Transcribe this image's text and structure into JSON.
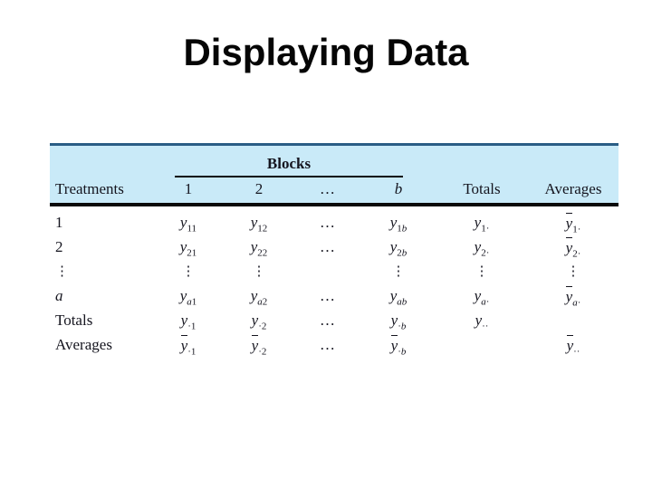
{
  "title": "Displaying Data",
  "colors": {
    "header_bg": "#c9eaf8",
    "top_border": "#2a5d85",
    "rule": "#0a0a0a",
    "text": "#15151f"
  },
  "table": {
    "blocks_label": "Blocks",
    "columns": [
      {
        "label": "Treatments"
      },
      {
        "label": "1"
      },
      {
        "label": "2"
      },
      {
        "label": "…"
      },
      {
        "label": "b",
        "italic": true
      },
      {
        "label": "Totals"
      },
      {
        "label": "Averages"
      }
    ],
    "rows": [
      {
        "label": {
          "v": "1"
        },
        "cells": [
          {
            "base": "y",
            "sub": "11"
          },
          {
            "base": "y",
            "sub": "12"
          },
          {
            "text": "…"
          },
          {
            "base": "y",
            "sub": "1b"
          },
          {
            "base": "y",
            "sub": "1·"
          },
          {
            "base": "y",
            "bar": true,
            "sub": "1·"
          }
        ]
      },
      {
        "label": {
          "v": "2"
        },
        "cells": [
          {
            "base": "y",
            "sub": "21"
          },
          {
            "base": "y",
            "sub": "22"
          },
          {
            "text": "…"
          },
          {
            "base": "y",
            "sub": "2b"
          },
          {
            "base": "y",
            "sub": "2·"
          },
          {
            "base": "y",
            "bar": true,
            "sub": "2·"
          }
        ]
      },
      {
        "label": {
          "v": "⋮",
          "dots": true
        },
        "cells": [
          {
            "text": "⋮",
            "dots": true
          },
          {
            "text": "⋮",
            "dots": true
          },
          {
            "text": ""
          },
          {
            "text": "⋮",
            "dots": true
          },
          {
            "text": "⋮",
            "dots": true
          },
          {
            "text": "⋮",
            "dots": true
          }
        ]
      },
      {
        "label": {
          "v": "a",
          "italic": true
        },
        "cells": [
          {
            "base": "y",
            "sub": "a1"
          },
          {
            "base": "y",
            "sub": "a2"
          },
          {
            "text": "…"
          },
          {
            "base": "y",
            "sub": "ab"
          },
          {
            "base": "y",
            "sub": "a·"
          },
          {
            "base": "y",
            "bar": true,
            "sub": "a·"
          }
        ]
      },
      {
        "label": {
          "v": "Totals"
        },
        "cells": [
          {
            "base": "y",
            "sub": "·1"
          },
          {
            "base": "y",
            "sub": "·2"
          },
          {
            "text": "…"
          },
          {
            "base": "y",
            "sub": "·b"
          },
          {
            "base": "y",
            "sub": "··"
          },
          {
            "text": ""
          }
        ]
      },
      {
        "label": {
          "v": "Averages"
        },
        "cells": [
          {
            "base": "y",
            "bar": true,
            "sub": "·1"
          },
          {
            "base": "y",
            "bar": true,
            "sub": "·2"
          },
          {
            "text": "…"
          },
          {
            "base": "y",
            "bar": true,
            "sub": "·b"
          },
          {
            "text": ""
          },
          {
            "base": "y",
            "bar": true,
            "sub": "··"
          }
        ]
      }
    ]
  }
}
